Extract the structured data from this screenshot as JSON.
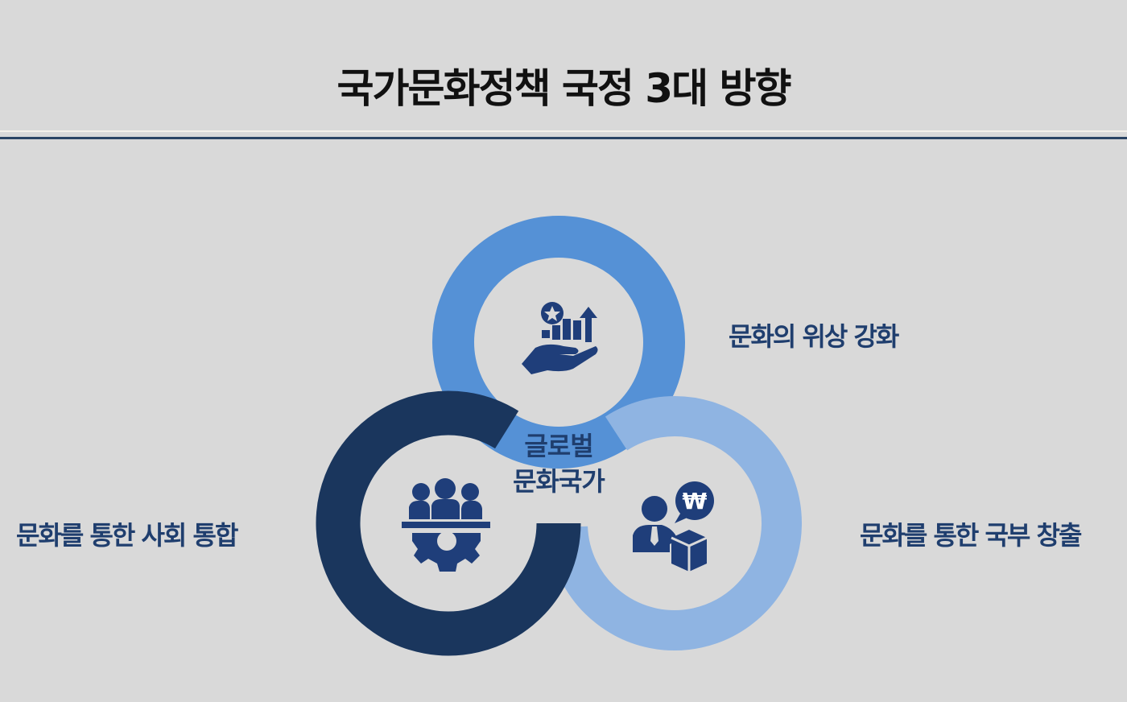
{
  "title": "국가문화정책 국정 3대 방향",
  "center": {
    "line1": "글로벌",
    "line2": "문화국가"
  },
  "directions": [
    {
      "label": "문화의 위상 강화",
      "icon": "hand-growth-chart-icon",
      "color": "#5591d6"
    },
    {
      "label": "문화를 통한 사회 통합",
      "icon": "team-gear-icon",
      "color": "#1a365d"
    },
    {
      "label": "문화를 통한 국부 창출",
      "icon": "businessman-won-box-icon",
      "color": "#8fb4e2"
    }
  ],
  "icon_color": "#1f3e7a",
  "currency_symbol": "₩"
}
